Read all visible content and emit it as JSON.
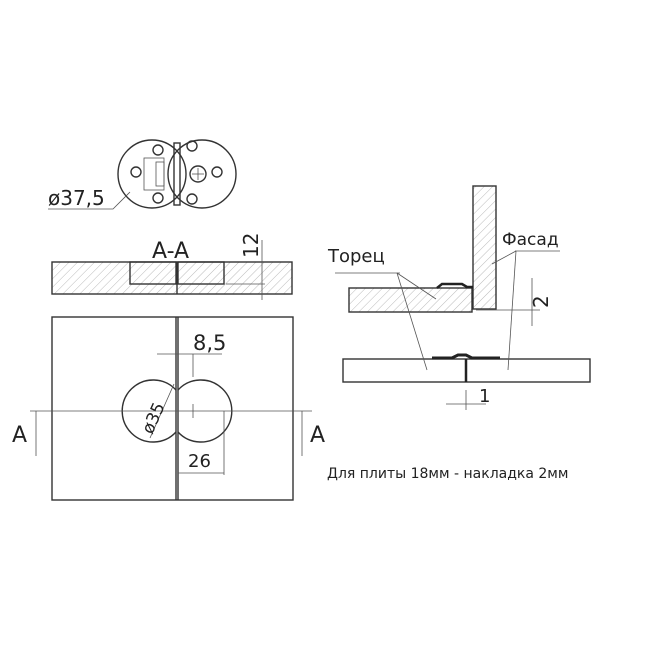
{
  "top_view": {
    "diameter_label": "ø37,5"
  },
  "section": {
    "title": "A-A",
    "depth_label": "12"
  },
  "front_view": {
    "offset_label": "8,5",
    "hole_label": "ø35",
    "distance_label": "26",
    "section_mark_left": "A",
    "section_mark_right": "A"
  },
  "side_view": {
    "label_end": "Торец",
    "label_facade": "Фасад",
    "overlay_label": "2",
    "gap_label": "1"
  },
  "caption": "Для плиты 18мм - накладка 2мм"
}
